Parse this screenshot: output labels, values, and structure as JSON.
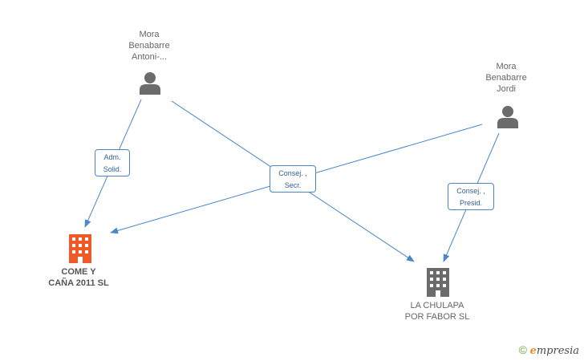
{
  "nodes": {
    "person_antoni": {
      "label": "Mora\nBenabarre\nAntoni-..."
    },
    "person_jordi": {
      "label": "Mora\nBenabarre\nJordi"
    },
    "company_come": {
      "label": "COME Y\nCAÑA 2011 SL"
    },
    "company_chulapa": {
      "label": "LA CHULAPA\nPOR FABOR  SL"
    }
  },
  "relations": {
    "adm_solid": "Adm.\nSolid.",
    "consej_secr": "Consej. ,\nSecr.",
    "consej_presid": "Consej. ,\nPresid."
  },
  "footer": {
    "copyright": "©",
    "brand_e": "e",
    "brand_rest": "mpresia"
  },
  "colors": {
    "edge": "#4a86c8",
    "person_icon": "#6b6b6b",
    "company_orange": "#f05a28",
    "company_gray": "#6b6b6b"
  },
  "icons": {
    "person": "person-icon",
    "building": "building-icon"
  }
}
